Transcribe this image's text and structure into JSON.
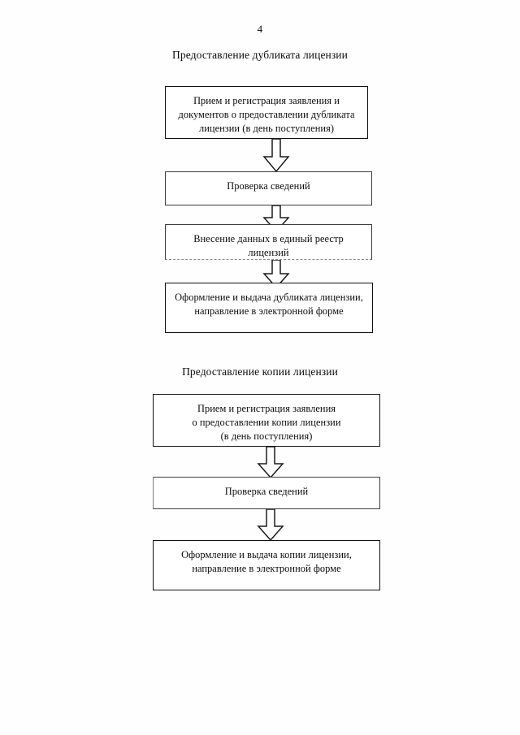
{
  "document": {
    "page_number": "4",
    "language": "ru"
  },
  "sections": [
    {
      "heading": "Предоставление дубликата лицензии",
      "nodes": [
        "Прием и регистрация заявления и\nдокументов о предоставлении дубликата\nлицензии (в день поступления)",
        "Проверка сведений",
        "Внесение данных в единый реестр\nлицензий",
        "Оформление и выдача дубликата лицензии,\nнаправление в электронной форме"
      ]
    },
    {
      "heading": "Предоставление копии лицензии",
      "nodes": [
        "Прием и регистрация заявления\nо предоставлении копии лицензии\n(в день поступления)",
        "Проверка сведений",
        "Оформление и выдача копии лицензии,\nнаправление в электронной форме"
      ]
    }
  ],
  "colors": {
    "page_background": "#fefefe",
    "text": "#0b0b0b",
    "box_border": "#111111",
    "arrow_stroke": "#1a1a1a"
  }
}
